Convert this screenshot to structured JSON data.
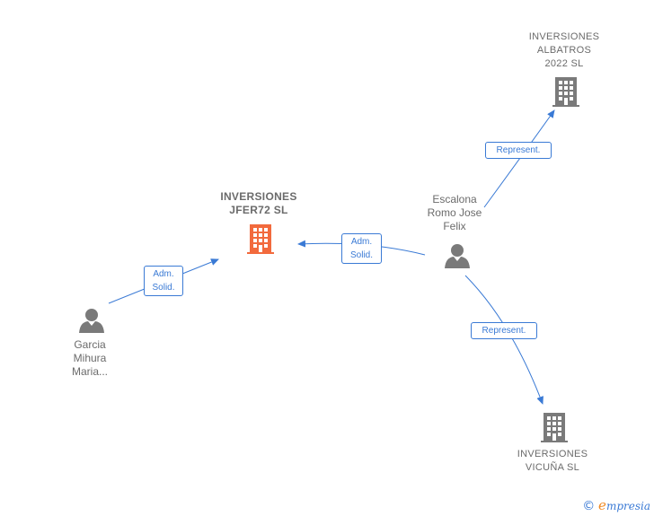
{
  "nodes": {
    "jfer72": {
      "lines": [
        "INVERSIONES",
        "JFER72  SL"
      ],
      "type": "company",
      "focus": true,
      "color": "#f26a3d"
    },
    "albatros": {
      "lines": [
        "INVERSIONES",
        "ALBATROS",
        "2022  SL"
      ],
      "type": "company",
      "color": "#7a7a7a"
    },
    "vicuna": {
      "lines": [
        "INVERSIONES",
        "VICUÑA  SL"
      ],
      "type": "company",
      "color": "#7a7a7a"
    },
    "escalona": {
      "lines": [
        "Escalona",
        "Romo Jose",
        "Felix"
      ],
      "type": "person",
      "color": "#7a7a7a"
    },
    "garcia": {
      "lines": [
        "Garcia",
        "Mihura",
        "Maria..."
      ],
      "type": "person",
      "color": "#7a7a7a"
    }
  },
  "edges": {
    "garcia_jfer72": [
      "Adm.",
      "Solid."
    ],
    "escalona_jfer72": [
      "Adm.",
      "Solid."
    ],
    "escalona_albatros": [
      "Represent."
    ],
    "escalona_vicuna": [
      "Represent."
    ]
  },
  "colors": {
    "edge": "#3a7ad5",
    "focus": "#f26a3d",
    "node": "#7a7a7a"
  },
  "brand": {
    "copyright": "©",
    "initial": "e",
    "rest": "mpresia"
  }
}
